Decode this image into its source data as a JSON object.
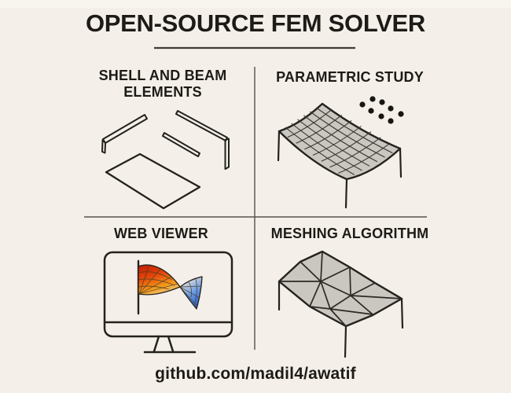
{
  "poster": {
    "title": "OPEN-SOURCE FEM SOLVER",
    "footer_url": "github.com/madil4/awatif"
  },
  "quadrants": [
    {
      "id": "shell-and-beam-elements",
      "label": [
        "SHELL AND BEAM",
        "ELEMENTS"
      ],
      "icon": "beam-and-shell-sketch-icon"
    },
    {
      "id": "parametric-study",
      "label": [
        "PARAMETRIC STUDY"
      ],
      "icon": "quad-mesh-canopy-icon",
      "parameter_dots_count": 8
    },
    {
      "id": "web-viewer",
      "label": [
        "WEB VIEWER"
      ],
      "icon": "monitor-with-fem-plot-icon"
    },
    {
      "id": "meshing-algorithm",
      "label": [
        "MESHING ALGORITHM"
      ],
      "icon": "triangle-mesh-canopy-icon"
    }
  ],
  "colors": {
    "background": "#f4f0e9",
    "ink": "#23211d",
    "divider": "#57534b",
    "mesh_fill": "#cac7c0",
    "contour_hot": "#c01702",
    "contour_warm": "#f49c1b",
    "contour_cold": "#1a4fc0"
  }
}
